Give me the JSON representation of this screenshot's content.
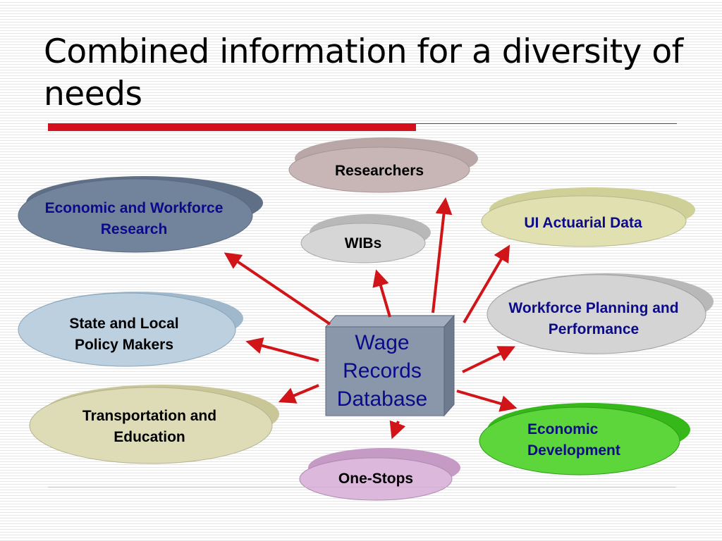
{
  "slide": {
    "title": "Combined information for a diversity of needs"
  },
  "center": {
    "label": "Wage Records Database"
  },
  "nodes": {
    "researchers": "Researchers",
    "econ_research": "Economic and Workforce Research",
    "wibs": "WIBs",
    "ui_actuarial": "UI Actuarial Data",
    "state_local": "State and Local Policy Makers",
    "workforce_planning": "Workforce Planning and Performance",
    "transportation": "Transportation and Education",
    "economic_dev": "Economic Development",
    "one_stops": "One-Stops"
  },
  "colors": {
    "accent_red": "#d4101c",
    "arrow_red": "#d01418",
    "db_fill": "#8a97ab",
    "db_text": "#0b0b8a"
  }
}
